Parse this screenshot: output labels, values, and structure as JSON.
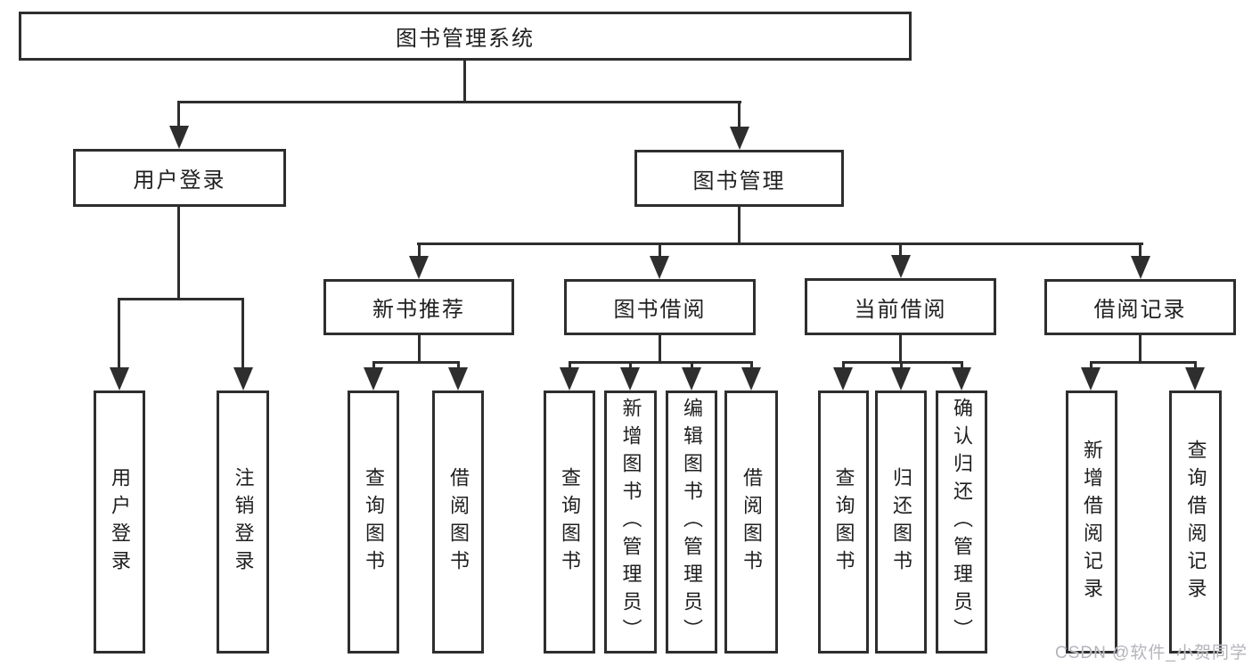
{
  "diagram": {
    "root": {
      "label": "图书管理系统"
    },
    "level2": [
      {
        "label": "用户登录"
      },
      {
        "label": "图书管理"
      }
    ],
    "level3": [
      {
        "label": "新书推荐"
      },
      {
        "label": "图书借阅"
      },
      {
        "label": "当前借阅"
      },
      {
        "label": "借阅记录"
      }
    ],
    "level4": {
      "user_login_children": [
        {
          "label": "用户登录"
        },
        {
          "label": "注销登录"
        }
      ],
      "new_book_children": [
        {
          "label": "查询图书"
        },
        {
          "label": "借阅图书"
        }
      ],
      "book_borrow_children": [
        {
          "label": "查询图书"
        },
        {
          "label": "新增图书（管理员）"
        },
        {
          "label": "编辑图书（管理员）"
        },
        {
          "label": "借阅图书"
        }
      ],
      "current_borrow_children": [
        {
          "label": "查询图书"
        },
        {
          "label": "归还图书"
        },
        {
          "label": "确认归还（管理员）"
        }
      ],
      "borrow_record_children": [
        {
          "label": "新增借阅记录"
        },
        {
          "label": "查询借阅记录"
        }
      ]
    }
  },
  "watermark": {
    "text": "CSDN @软件_小贺同学"
  },
  "colors": {
    "line": "#2e2e2e",
    "text": "#1f1f1f",
    "background": "#ffffff",
    "watermark": "#b4b4bc"
  }
}
